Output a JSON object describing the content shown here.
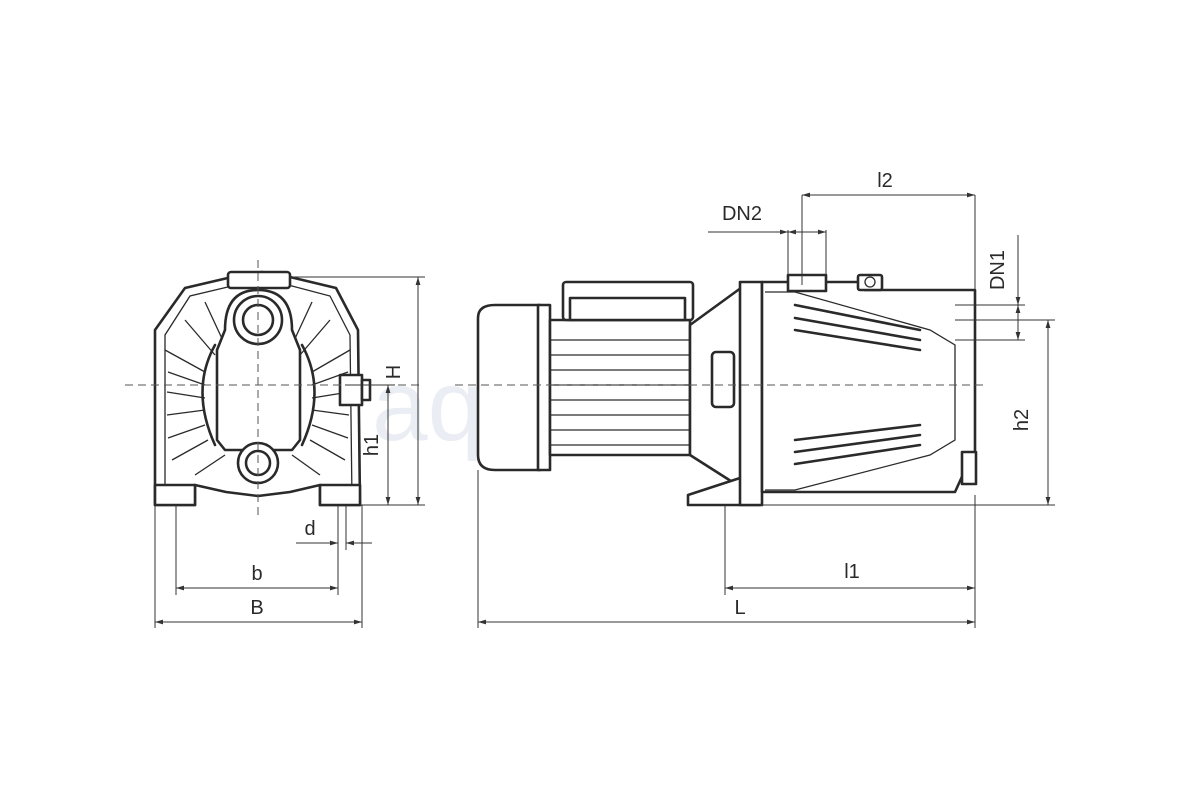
{
  "watermark": "aquastory",
  "labels": {
    "H": "H",
    "h1": "h1",
    "d": "d",
    "b": "b",
    "B": "B",
    "l2": "l2",
    "DN2": "DN2",
    "DN1": "DN1",
    "h2": "h2",
    "l1": "l1",
    "L": "L"
  }
}
